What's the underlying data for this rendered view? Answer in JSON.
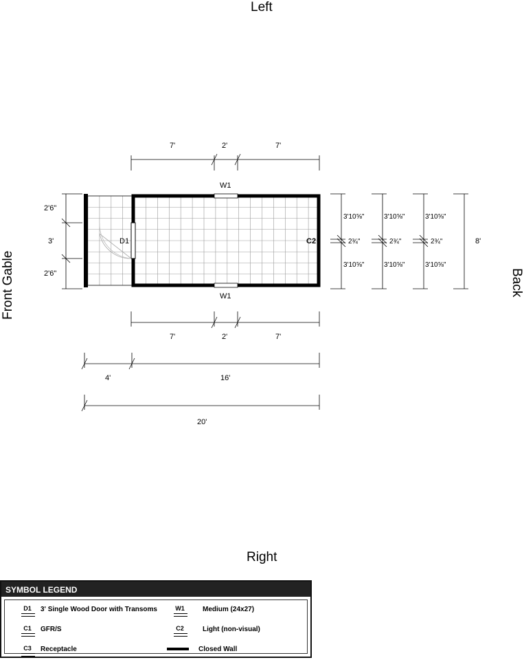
{
  "sides": {
    "left": "Left",
    "right": "Right",
    "front": "Front Gable",
    "back": "Back"
  },
  "labels": {
    "door": "D1",
    "window_top": "W1",
    "window_bottom": "W1",
    "c_overlap": "C2"
  },
  "dimensions": {
    "top_seg1": "7'",
    "top_seg2": "2'",
    "top_seg3": "7'",
    "bottom_seg1": "7'",
    "bottom_seg2": "2'",
    "bottom_seg3": "7'",
    "porch": "4'",
    "main": "16'",
    "overall": "20'",
    "left_top": "2'6\"",
    "left_mid": "3'",
    "left_bottom": "2'6\"",
    "right_top": "3'10⅝\"",
    "right_mid": "2¾\"",
    "right_bottom": "3'10⅝\"",
    "right_overall": "8'"
  },
  "legend": {
    "title": "SYMBOL LEGEND",
    "items": [
      {
        "code": "D1",
        "label": "3' Single Wood Door with Transoms"
      },
      {
        "code": "W1",
        "label": "Medium (24x27)"
      },
      {
        "code": "C1",
        "label": "GFR/S"
      },
      {
        "code": "C2",
        "label": "Light (non-visual)"
      },
      {
        "code": "C3",
        "label": "Receptacle"
      },
      {
        "code": "",
        "label": "Closed Wall"
      }
    ]
  }
}
